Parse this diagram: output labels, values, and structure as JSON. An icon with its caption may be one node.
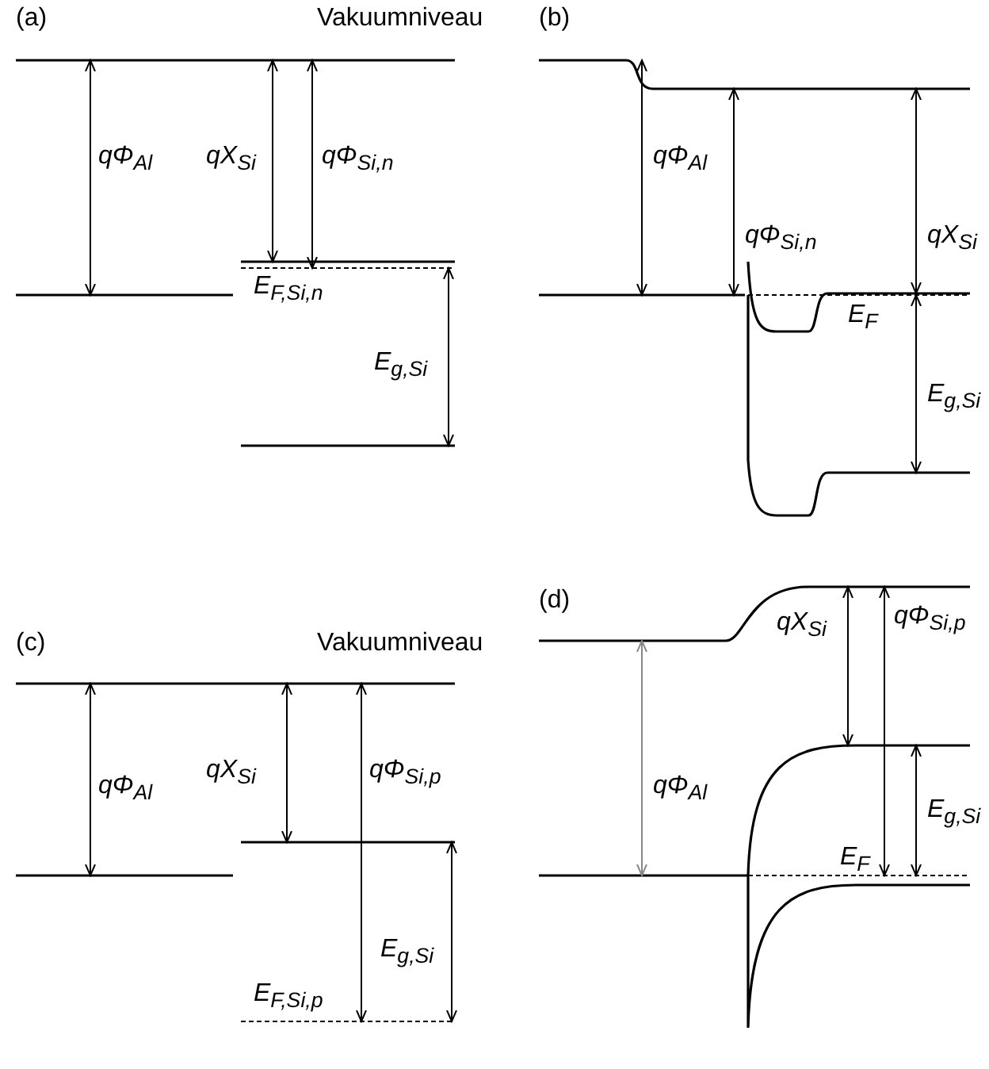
{
  "diagram": {
    "labels": [
      "(a)",
      "Vakuumniveau",
      "qΦ$_{Al}$",
      "qX$_{Si}$",
      "qΦ$_{Si,n}$",
      "E$_{F,Si,n}$",
      "E$_{g,Si}$",
      "(b)",
      "qΦ$_{Al}$",
      "qΦ$_{Si,n}$",
      "qX$_{Si}$",
      "E$_{F}$",
      "E$_{g,Si}$",
      "(c)",
      "Vakuumniveau",
      "qΦ$_{Al}$",
      "qX$_{Si}$",
      "qΦ$_{Si,p}$",
      "E$_{g,Si}$",
      "E$_{F,Si,p}$",
      "(d)",
      "qX$_{Si}$",
      "qΦ$_{Si,p}$",
      "qΦ$_{Al}$",
      "E$_{g,Si}$",
      "E$_{F}$"
    ]
  }
}
